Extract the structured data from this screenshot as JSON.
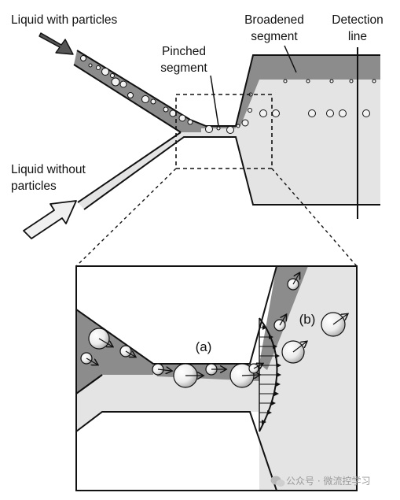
{
  "labels": {
    "liquid_with_particles": "Liquid with particles",
    "liquid_without_line1": "Liquid without",
    "liquid_without_line2": "particles",
    "pinched_line1": "Pinched",
    "pinched_line2": "segment",
    "broadened_line1": "Broadened",
    "broadened_line2": "segment",
    "detection_line1": "Detection",
    "detection_line2": "line",
    "zoom_a": "(a)",
    "zoom_b": "(b)"
  },
  "watermark": {
    "text": "公众号 · 微流控学习",
    "icon": "wechat-icon"
  },
  "colors": {
    "particle_liquid": "#8c8c8c",
    "clear_liquid": "#e4e4e4",
    "outline": "#111111",
    "particle_fill": "#f2f2f2"
  }
}
